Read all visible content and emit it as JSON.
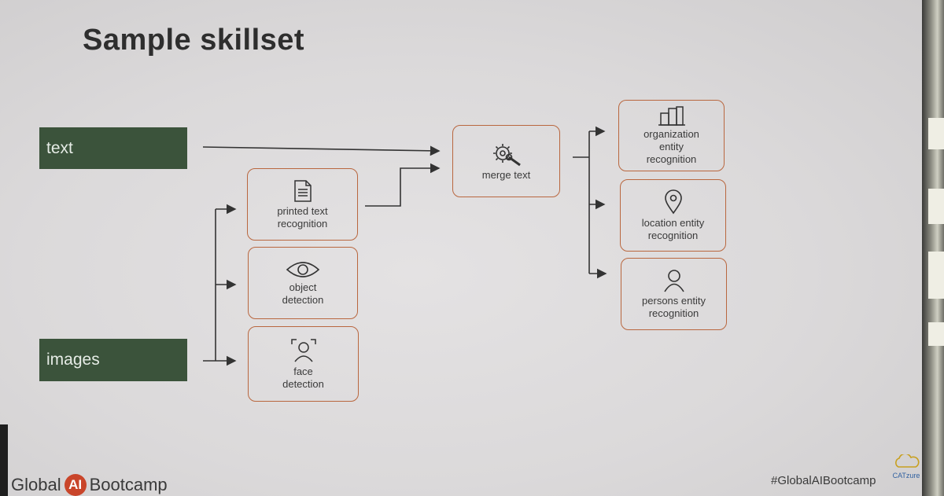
{
  "slide": {
    "title": "Sample skillset"
  },
  "inputs": {
    "text": "text",
    "images": "images"
  },
  "skills": {
    "printed_text": "printed text\nrecognition",
    "object_detection": "object\ndetection",
    "face_detection": "face\ndetection",
    "merge_text": "merge text",
    "organization": "organization\nentity\nrecognition",
    "location": "location entity\nrecognition",
    "persons": "persons entity\nrecognition"
  },
  "icons": {
    "printed_text": "document-icon",
    "object_detection": "eye-icon",
    "face_detection": "face-scan-icon",
    "merge_text": "gear-wrench-icon",
    "organization": "buildings-icon",
    "location": "location-pin-icon",
    "persons": "person-icon"
  },
  "footer": {
    "brand_left": "Global",
    "brand_ai": "AI",
    "brand_right": "Bootcamp",
    "hashtag": "#GlobalAIBootcamp",
    "sponsor": "CATzure"
  },
  "colors": {
    "input_box": "#3b533b",
    "skill_border": "#b9673f",
    "ai_badge": "#c9452a"
  }
}
